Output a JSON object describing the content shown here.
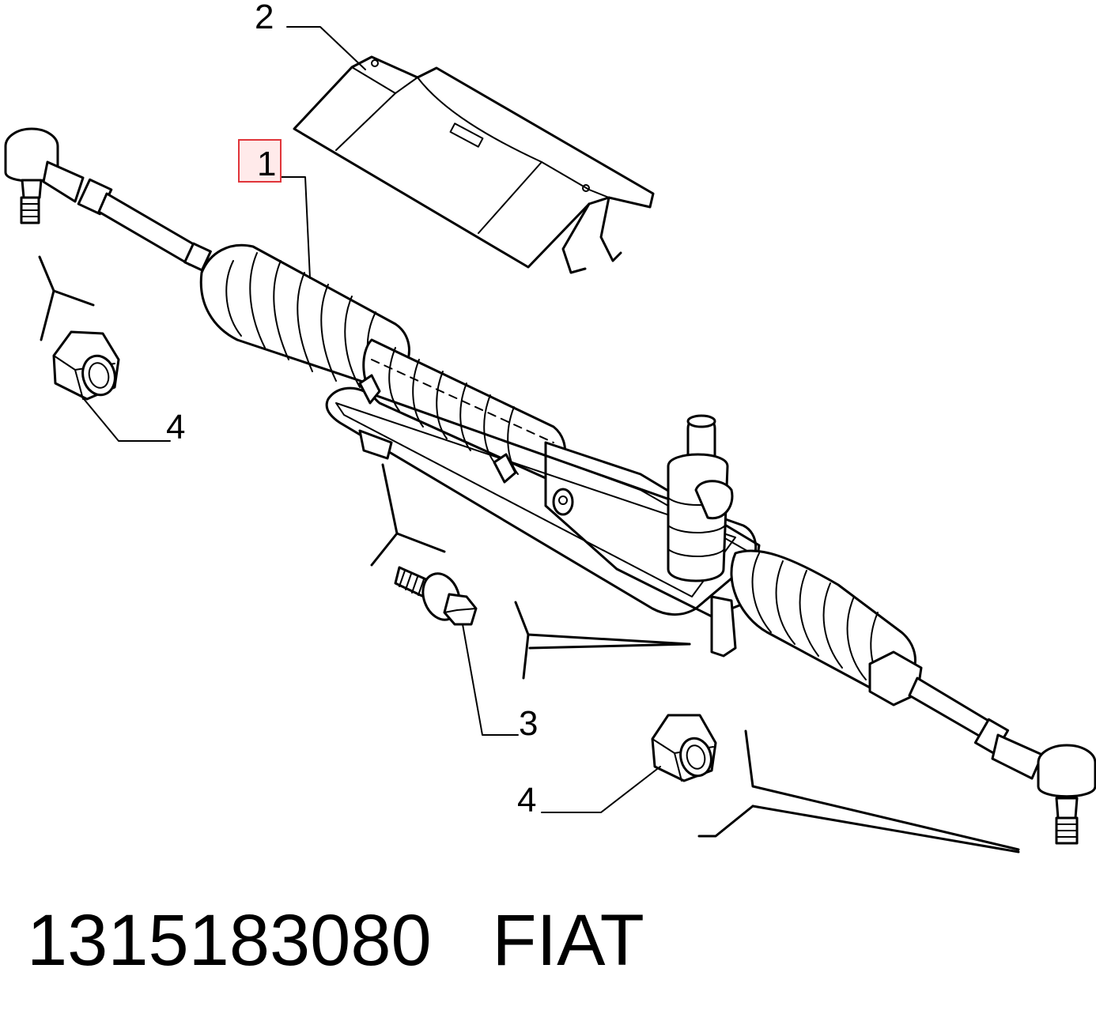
{
  "callouts": {
    "c1": "1",
    "c2": "2",
    "c3": "3",
    "c4_left": "4",
    "c4_right": "4"
  },
  "part_label": {
    "number": "1315183080",
    "brand": "FIAT"
  },
  "colors": {
    "line": "#000000",
    "highlight": "#e0353a",
    "background": "#ffffff"
  }
}
